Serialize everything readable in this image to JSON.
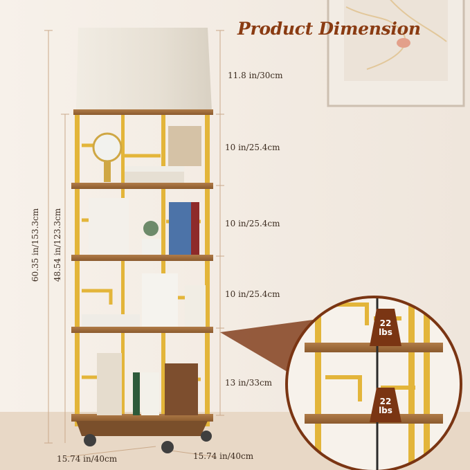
{
  "title": "Product Dimension",
  "dimensions": {
    "lampshade_height": "11.8 in/30cm",
    "tier1_height": "10 in/25.4cm",
    "tier2_height": "10 in/25.4cm",
    "tier3_height": "10 in/25.4cm",
    "bottom_height": "13 in/33cm",
    "total_height": "60.35 in/153.3cm",
    "shelf_height": "48.54 in/123.3cm",
    "width": "15.74 in/40cm",
    "depth": "15.74 in/40cm"
  },
  "load_badges": [
    {
      "value": "22",
      "unit": "lbs"
    },
    {
      "value": "22",
      "unit": "lbs"
    }
  ],
  "colors": {
    "background": "#f4ede6",
    "title": "#8a3b12",
    "gold_frame": "#e3b53a",
    "wood": "#9a6a3c",
    "shade": "#e9e2d6",
    "badge": "#7a3513"
  }
}
